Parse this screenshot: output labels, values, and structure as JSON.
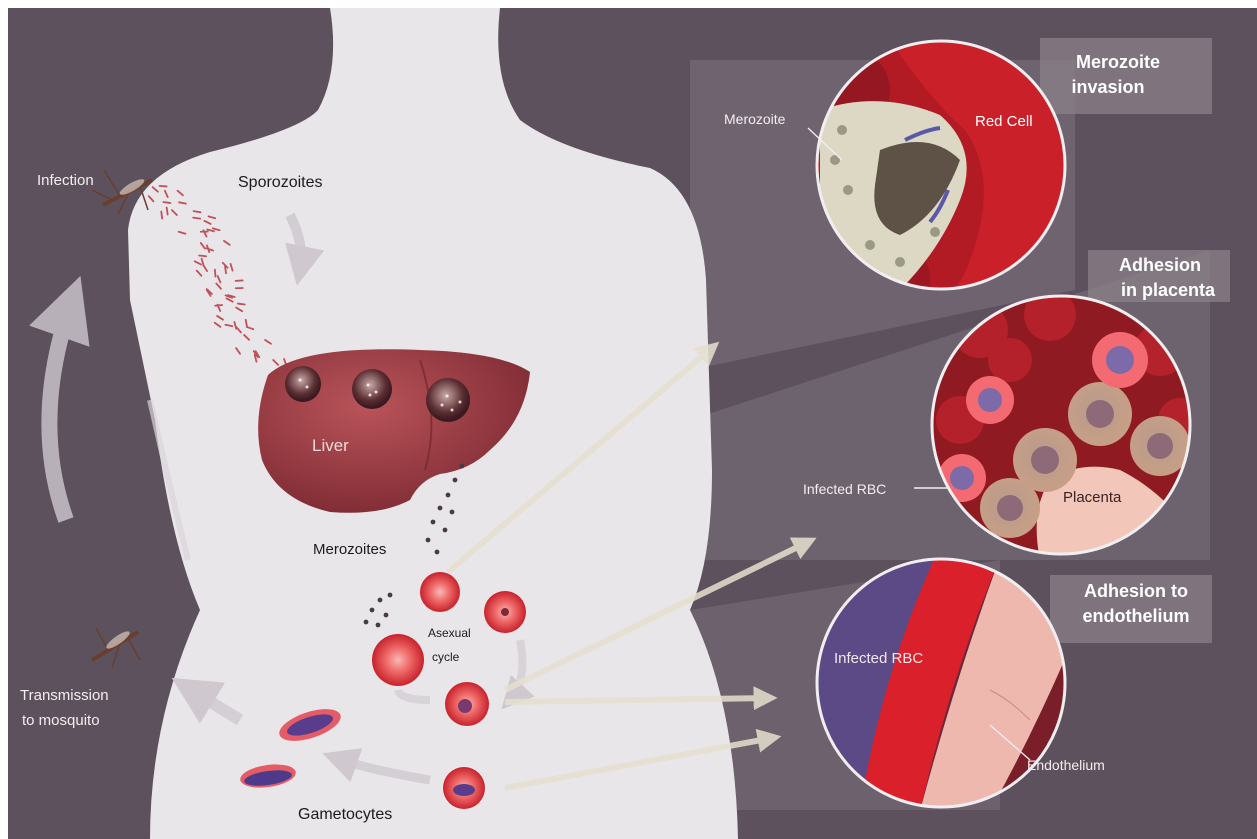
{
  "labels": {
    "infection": "Infection",
    "sporozoites": "Sporozoites",
    "liver": "Liver",
    "merozoites": "Merozoites",
    "asexual_line1": "Asexual",
    "asexual_line2": "cycle",
    "transmission_line1": "Transmission",
    "transmission_line2": "to mosquito",
    "gametocytes": "Gametocytes"
  },
  "panels": {
    "invasion": {
      "title_line1": "Merozoite",
      "title_line2": "invasion",
      "label_merozoite": "Merozoite",
      "label_red_cell": "Red Cell"
    },
    "placenta": {
      "title_line1": "Adhesion",
      "title_line2": "in placenta",
      "label_infected": "Infected RBC",
      "label_placenta": "Placenta"
    },
    "endothelium": {
      "title_line1": "Adhesion to",
      "title_line2": "endothelium",
      "label_infected": "Infected RBC",
      "label_endothelium": "Endothelium"
    }
  },
  "colors": {
    "background": "#615660",
    "body": "#e9e6e9",
    "liver": "#9c3b42",
    "red_cell": "#d42a33",
    "parasite": "#5a3c8c",
    "arrow": "#e6e0cf"
  }
}
